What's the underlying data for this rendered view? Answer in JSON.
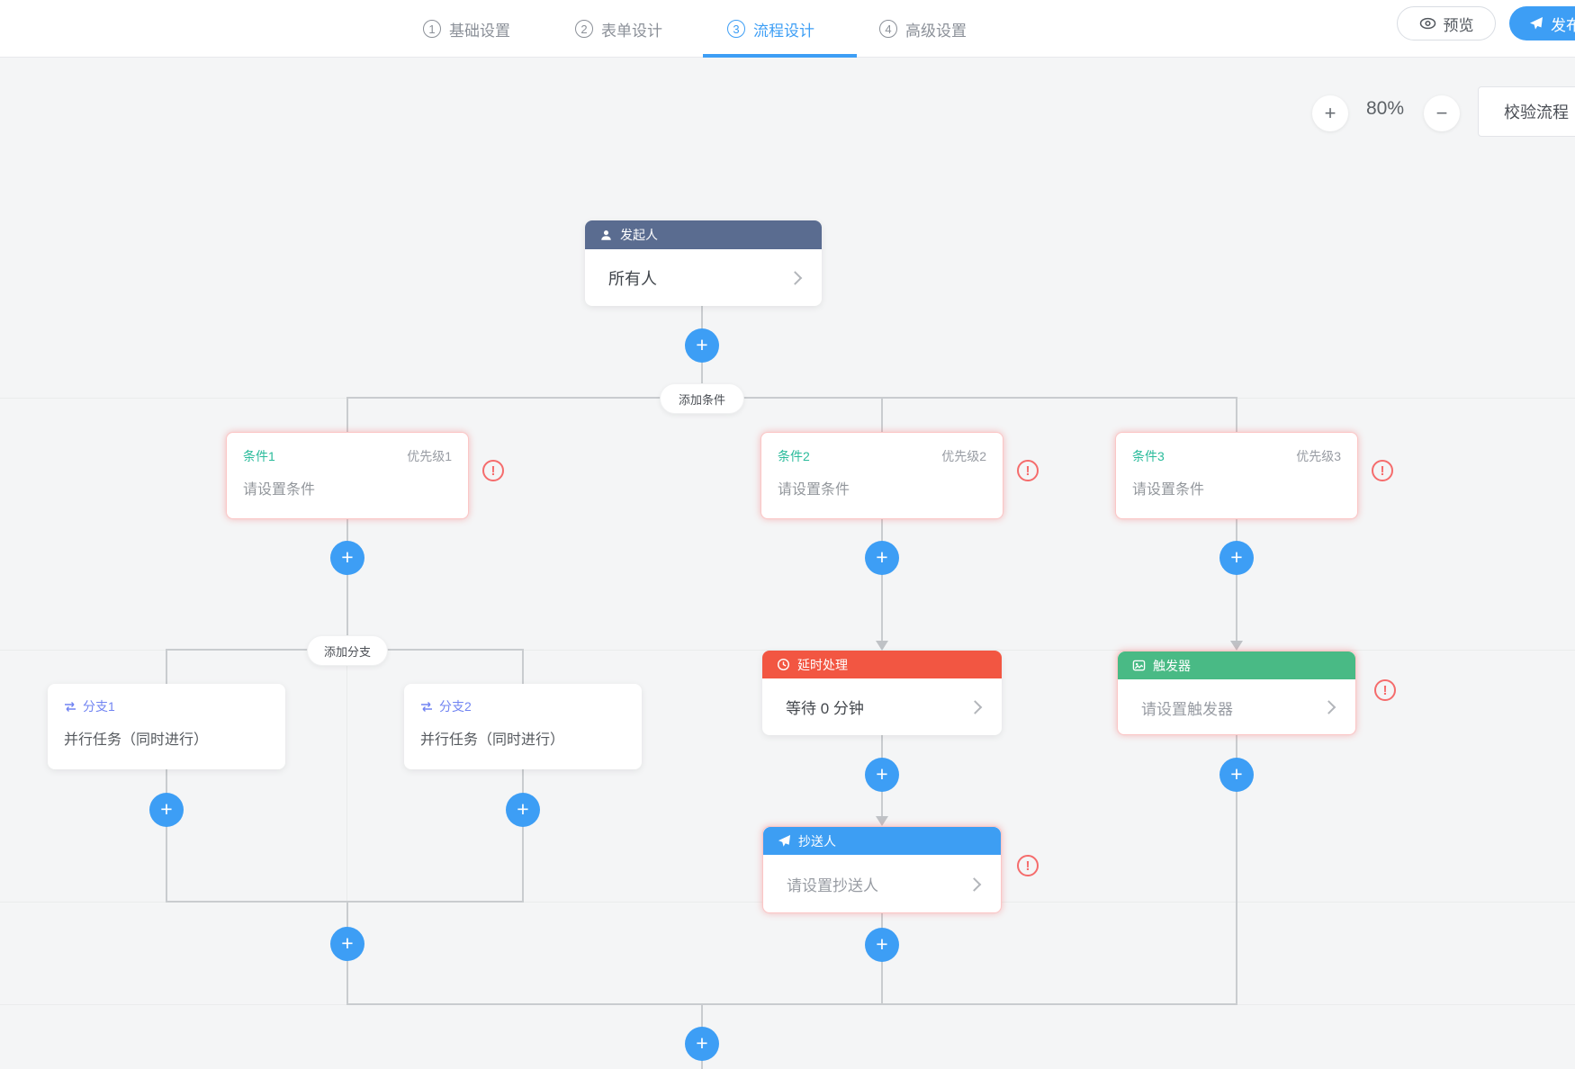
{
  "nav": {
    "steps": [
      {
        "num": "1",
        "label": "基础设置",
        "active": false
      },
      {
        "num": "2",
        "label": "表单设计",
        "active": false
      },
      {
        "num": "3",
        "label": "流程设计",
        "active": true
      },
      {
        "num": "4",
        "label": "高级设置",
        "active": false
      }
    ],
    "preview_label": "预览",
    "publish_label": "发布"
  },
  "toolbar": {
    "zoom_in_glyph": "+",
    "zoom_out_glyph": "−",
    "zoom_level": "80%",
    "validate_label": "校验流程"
  },
  "flow": {
    "plus_glyph": "+",
    "warning_glyph": "!",
    "add_condition_label": "添加条件",
    "add_branch_label": "添加分支",
    "start_node": {
      "title": "发起人",
      "value": "所有人"
    },
    "conditions": [
      {
        "title": "条件1",
        "priority": "优先级1",
        "placeholder": "请设置条件"
      },
      {
        "title": "条件2",
        "priority": "优先级2",
        "placeholder": "请设置条件"
      },
      {
        "title": "条件3",
        "priority": "优先级3",
        "placeholder": "请设置条件"
      }
    ],
    "branches": [
      {
        "title": "分支1",
        "desc": "并行任务（同时进行）"
      },
      {
        "title": "分支2",
        "desc": "并行任务（同时进行）"
      }
    ],
    "delay_node": {
      "title": "延时处理",
      "value": "等待 0 分钟"
    },
    "cc_node": {
      "title": "抄送人",
      "placeholder": "请设置抄送人"
    },
    "trigger_node": {
      "title": "触发器",
      "placeholder": "请设置触发器"
    }
  },
  "colors": {
    "accent_blue": "#3d9ef5",
    "start_header": "#5a6c90",
    "delay_header": "#f25642",
    "cc_header": "#3d9ef3",
    "trigger_header": "#49ba85",
    "condition_title": "#2abb9b",
    "branch_title": "#7184f2",
    "warning_red": "#f56c6c",
    "connector_gray": "#c9cccf",
    "canvas_bg": "#f4f5f6"
  }
}
